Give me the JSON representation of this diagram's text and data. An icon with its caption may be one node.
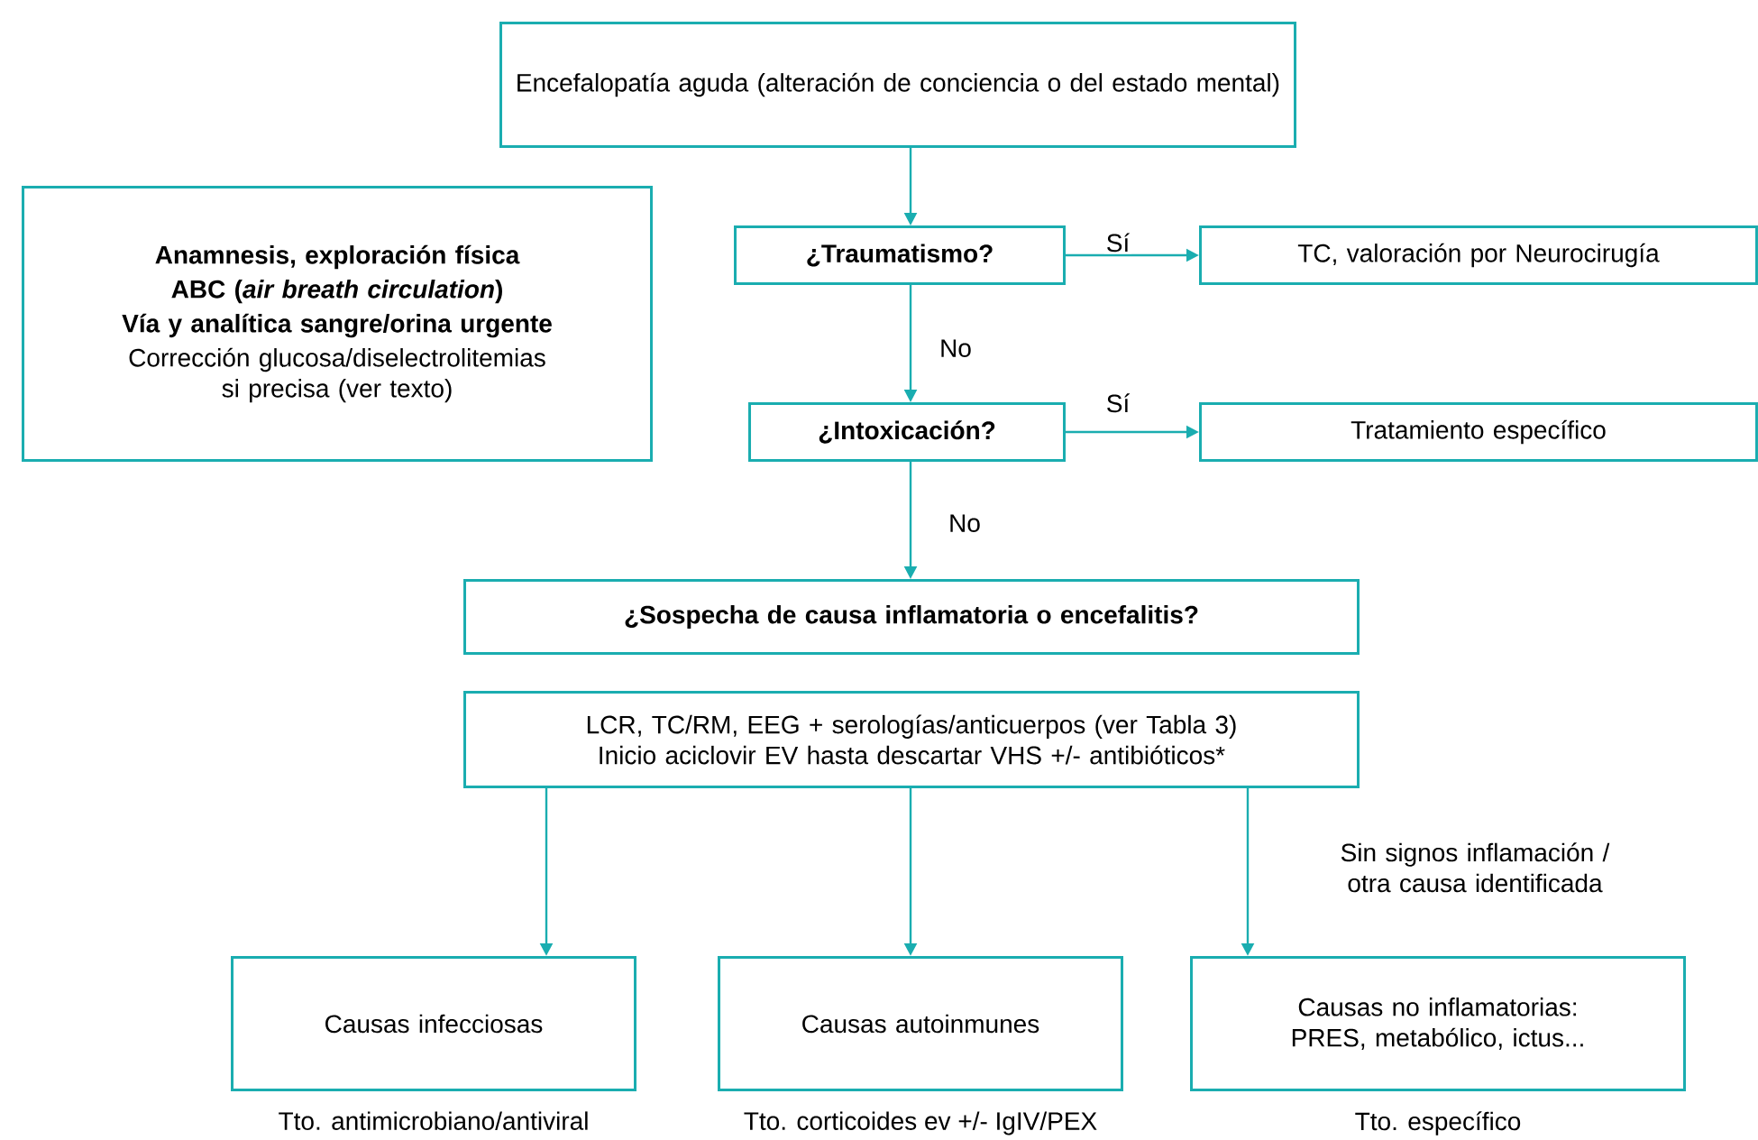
{
  "diagram": {
    "nodes": [
      {
        "text": [
          "Encefalopatía aguda (alteración de conciencia o del estado mental)"
        ]
      },
      {
        "text": [
          "Anamnesis, exploración física",
          "ABC (*air breath circulation*)",
          "Vía y analítica sangre/orina urgente",
          "Corrección glucosa/diselectrolitemias si precisa (ver texto)"
        ]
      },
      {
        "text": [
          "¿Traumatismo?"
        ]
      },
      {
        "text": [
          "TC, valoración por Neurocirugía"
        ]
      },
      {
        "text": [
          "¿Intoxicación?"
        ]
      },
      {
        "text": [
          "Tratamiento específico"
        ]
      },
      {
        "text": [
          "¿Sospecha de causa inflamatoria o encefalitis?"
        ]
      },
      {
        "text": [
          "LCR, TC/RM, EEG + serologías/anticuerpos (ver Tabla 3) Inicio aciclovir EV hasta descartar VHS +/- antibióticos*"
        ]
      },
      {
        "text": [
          "Causas infecciosas"
        ],
        "beside": [
          "Tto. antimicrobiano/antiviral"
        ]
      },
      {
        "text": [
          "Causas autoinmunes"
        ],
        "beside": [
          "Tto. corticoides ev +/- IgIV/PEX"
        ]
      },
      {
        "text": [
          "Causas no inflamatorias: PRES, metabólico, ictus..."
        ],
        "beside": [
          "Tto. específico"
        ]
      }
    ],
    "edges": [
      {
        "from": 0,
        "to": 2,
        "arrow": "to"
      },
      {
        "from": 2,
        "to": 3,
        "arrow": "to",
        "label": "Sí"
      },
      {
        "from": 2,
        "to": 4,
        "arrow": "to",
        "label": "No"
      },
      {
        "from": 4,
        "to": 5,
        "arrow": "to",
        "label": "Sí"
      },
      {
        "from": 4,
        "to": 6,
        "arrow": "to",
        "label": "No"
      },
      {
        "from": 7,
        "to": 8,
        "arrow": "to"
      },
      {
        "from": 7,
        "to": 9,
        "arrow": "to"
      },
      {
        "from": 7,
        "to": 10,
        "arrow": "to",
        "label": "Sin signos inflamación / otra causa identificada"
      }
    ]
  }
}
